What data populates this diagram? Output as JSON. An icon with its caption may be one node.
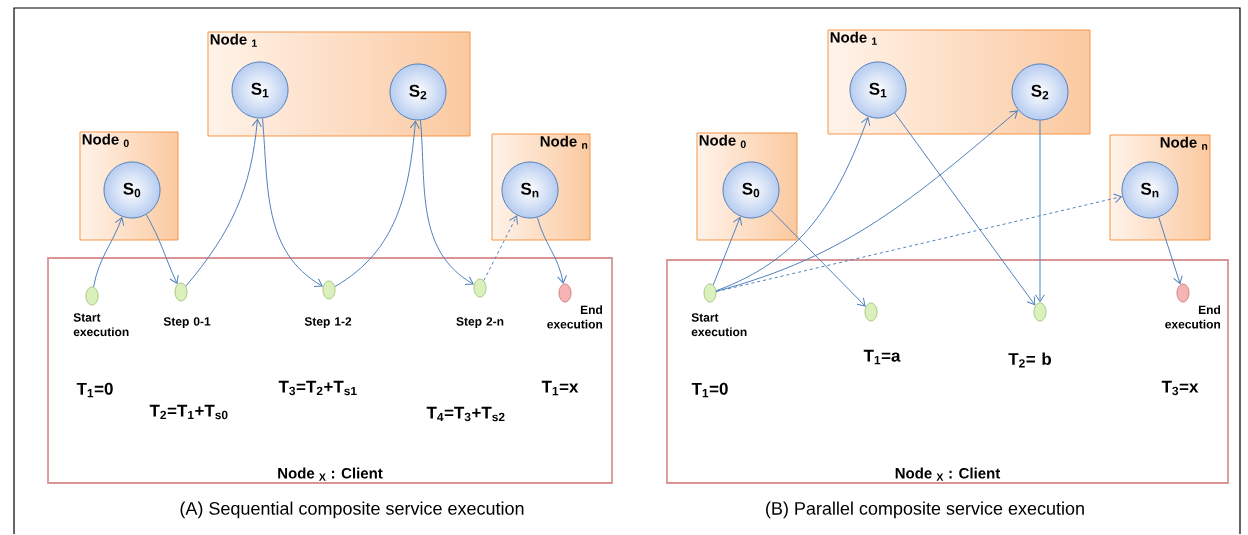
{
  "diagram": {
    "nodes": [
      {
        "text": [
          "Node $_{0}$"
        ]
      },
      {
        "text": [
          "S$_{0}$"
        ],
        "in": 0
      },
      {
        "text": [
          "Node $_{1}$"
        ]
      },
      {
        "text": [
          "S$_{1}$"
        ],
        "in": 2
      },
      {
        "text": [
          "S$_{2}$"
        ],
        "in": 2
      },
      {
        "text": [
          "Node $_{n}$"
        ]
      },
      {
        "text": [
          "S$_{n}$"
        ],
        "in": 5
      },
      {
        "text": [
          "Node $_{X}$ : Client"
        ]
      },
      {
        "text": [],
        "shape": "circle",
        "in": 7,
        "beside": [
          "Start execution"
        ]
      },
      {
        "text": [],
        "shape": "circle",
        "in": 7,
        "beside": [
          "Step 0-1"
        ]
      },
      {
        "text": [],
        "shape": "circle",
        "in": 7,
        "beside": [
          "Step 1-2"
        ]
      },
      {
        "text": [],
        "shape": "circle",
        "in": 7,
        "beside": [
          "Step 2-n"
        ]
      },
      {
        "text": [],
        "shape": "circle",
        "in": 7,
        "beside": [
          "End execution"
        ]
      },
      {
        "text": [
          "Node $_{0}$"
        ]
      },
      {
        "text": [
          "S$_{0}$"
        ],
        "in": 13
      },
      {
        "text": [
          "Node $_{1}$"
        ]
      },
      {
        "text": [
          "S$_{1}$"
        ],
        "in": 15
      },
      {
        "text": [
          "S$_{2}$"
        ],
        "in": 15
      },
      {
        "text": [
          "Node $_{n}$"
        ]
      },
      {
        "text": [
          "S$_{n}$"
        ],
        "in": 18
      },
      {
        "text": [
          "Node $_{X}$ : Client"
        ]
      },
      {
        "text": [],
        "shape": "circle",
        "in": 20,
        "beside": [
          "Start execution"
        ]
      },
      {
        "text": [],
        "shape": "circle",
        "in": 20,
        "beside": [
          "T$_{1}$=a"
        ]
      },
      {
        "text": [],
        "shape": "circle",
        "in": 20,
        "beside": [
          "T$_{2}$= b"
        ]
      },
      {
        "text": [],
        "shape": "circle",
        "in": 20,
        "beside": [
          "End execution"
        ]
      }
    ],
    "edges": [
      {
        "from": 8,
        "to": 1,
        "arrow": "to"
      },
      {
        "from": 1,
        "to": 9,
        "arrow": "to"
      },
      {
        "from": 9,
        "to": 3,
        "arrow": "to"
      },
      {
        "from": 3,
        "to": 10,
        "arrow": "to"
      },
      {
        "from": 10,
        "to": 4,
        "arrow": "to"
      },
      {
        "from": 4,
        "to": 11,
        "arrow": "to"
      },
      {
        "from": 11,
        "to": 6,
        "arrow": "to",
        "style": "dashed"
      },
      {
        "from": 6,
        "to": 12,
        "arrow": "to"
      },
      {
        "from": 21,
        "to": 14,
        "arrow": "to"
      },
      {
        "from": 21,
        "to": 16,
        "arrow": "to"
      },
      {
        "from": 21,
        "to": 17,
        "arrow": "to"
      },
      {
        "from": 21,
        "to": 19,
        "arrow": "to",
        "style": "dashed"
      },
      {
        "from": 14,
        "to": 22,
        "arrow": "to"
      },
      {
        "from": 16,
        "to": 23,
        "arrow": "to"
      },
      {
        "from": 17,
        "to": 23,
        "arrow": "to"
      },
      {
        "from": 19,
        "to": 24,
        "arrow": "to"
      }
    ],
    "labels": [
      "T$_{1}$=0",
      "T$_{3}$=T$_{2}$+T$_{s1}$",
      "T$_{1}$=x",
      "T$_{2}$=T$_{1}$+T$_{s0}$",
      "T$_{4}$=T$_{3}$+T$_{s2}$",
      "T$_{1}$=0",
      "T$_{3}$=x",
      "(A) Sequential composite service execution",
      "(B) Parallel composite service execution"
    ]
  }
}
